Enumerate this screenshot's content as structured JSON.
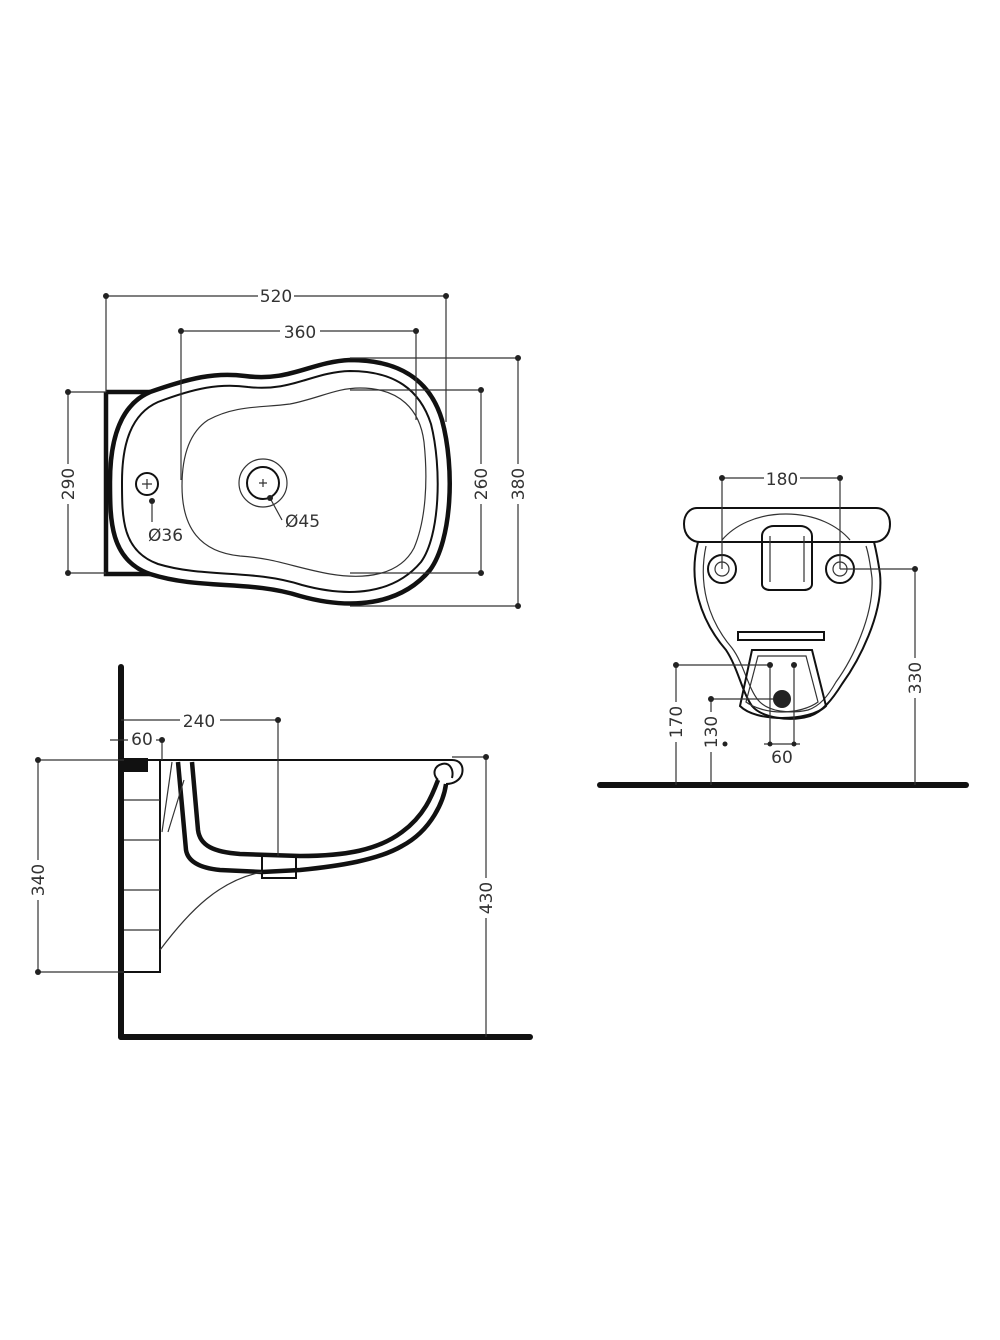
{
  "colors": {
    "line": "#111111",
    "dimension": "#333333",
    "background": "#ffffff"
  },
  "top_view": {
    "width_overall": "520",
    "basin_width": "360",
    "depth_overall": "380",
    "basin_depth": "260",
    "wall_depth": "290",
    "tap_hole_diameter": "Ø36",
    "drain_hole_diameter": "Ø45"
  },
  "side_view": {
    "wall_gap": "60",
    "drain_offset": "240",
    "body_height": "340",
    "rim_height": "430"
  },
  "rear_view": {
    "fixing_spacing": "180",
    "fixing_height": "330",
    "inlet_height": "170",
    "outlet_height": "130",
    "inlet_spacing": "60"
  }
}
